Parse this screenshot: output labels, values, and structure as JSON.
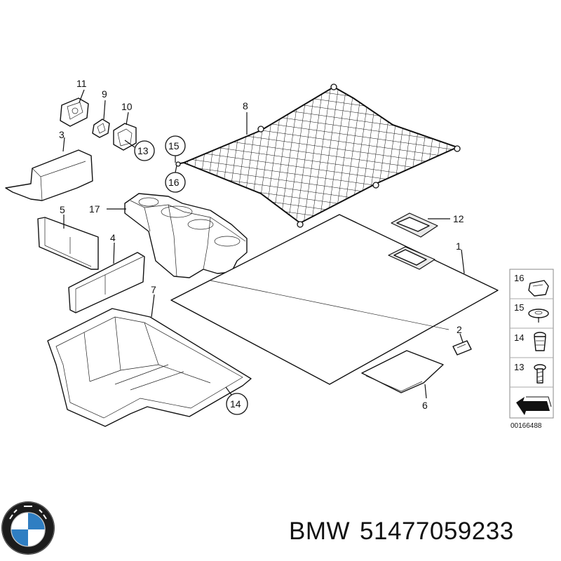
{
  "labels": {
    "p1": "1",
    "p2": "2",
    "p3": "3",
    "p4": "4",
    "p5": "5",
    "p6": "6",
    "p7": "7",
    "p8": "8",
    "p9": "9",
    "p10": "10",
    "p11": "11",
    "p12": "12",
    "c13": "13",
    "c14": "14",
    "c15": "15",
    "c16": "16",
    "p17": "17"
  },
  "legend": {
    "items": [
      "16",
      "15",
      "14",
      "13"
    ],
    "code": "00166488"
  },
  "footer": {
    "brand": "BMW",
    "part_number": "51477059233"
  }
}
